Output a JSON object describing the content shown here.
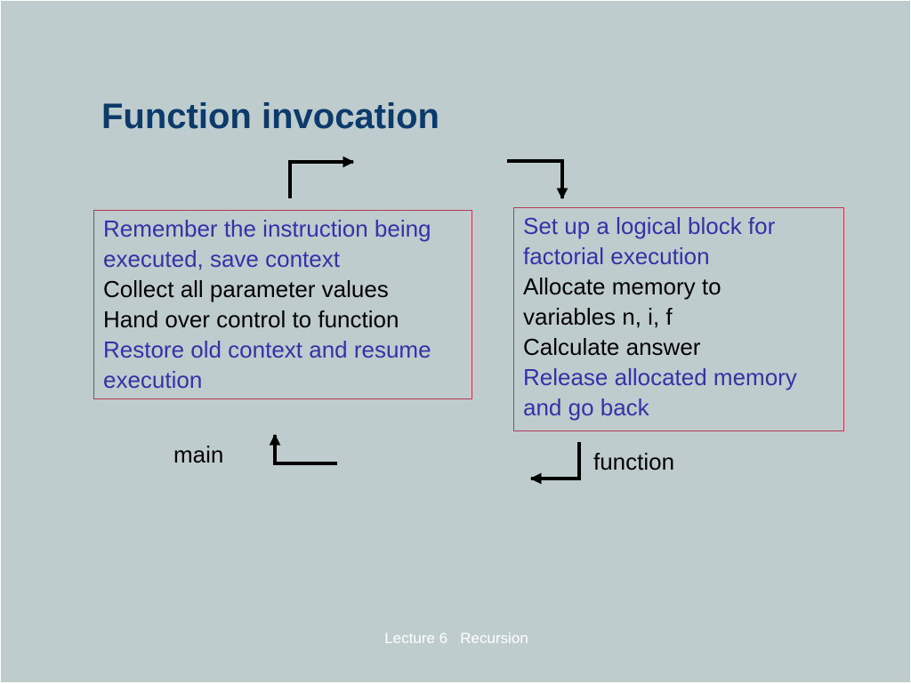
{
  "colors": {
    "background": "#bfcccd",
    "title": "#0b3a6b",
    "highlight": "#3333a8",
    "text": "#000000",
    "box_border": "#b23a55",
    "footer": "#ffffff"
  },
  "title": "Function invocation",
  "main_box": {
    "lines": [
      {
        "text": "Remember the instruction being",
        "highlight": true
      },
      {
        "text": "executed, save context",
        "highlight": true
      },
      {
        "text": "Collect all parameter values",
        "highlight": false
      },
      {
        "text": "Hand over control to function",
        "highlight": false
      },
      {
        "text": "Restore old context and resume",
        "highlight": true
      },
      {
        "text": "execution",
        "highlight": true
      }
    ]
  },
  "function_box": {
    "lines": [
      {
        "text": "Set up a logical block for",
        "highlight": true
      },
      {
        "text": "factorial execution",
        "highlight": true
      },
      {
        "text": "Allocate memory to",
        "highlight": false
      },
      {
        "text": "variables n, i, f",
        "highlight": false
      },
      {
        "text": "Calculate answer",
        "highlight": false
      },
      {
        "text": "Release allocated memory",
        "highlight": true
      },
      {
        "text": "and go back",
        "highlight": true
      }
    ]
  },
  "labels": {
    "main": "main",
    "function": "function"
  },
  "footer": "Lecture 6   Recursion"
}
